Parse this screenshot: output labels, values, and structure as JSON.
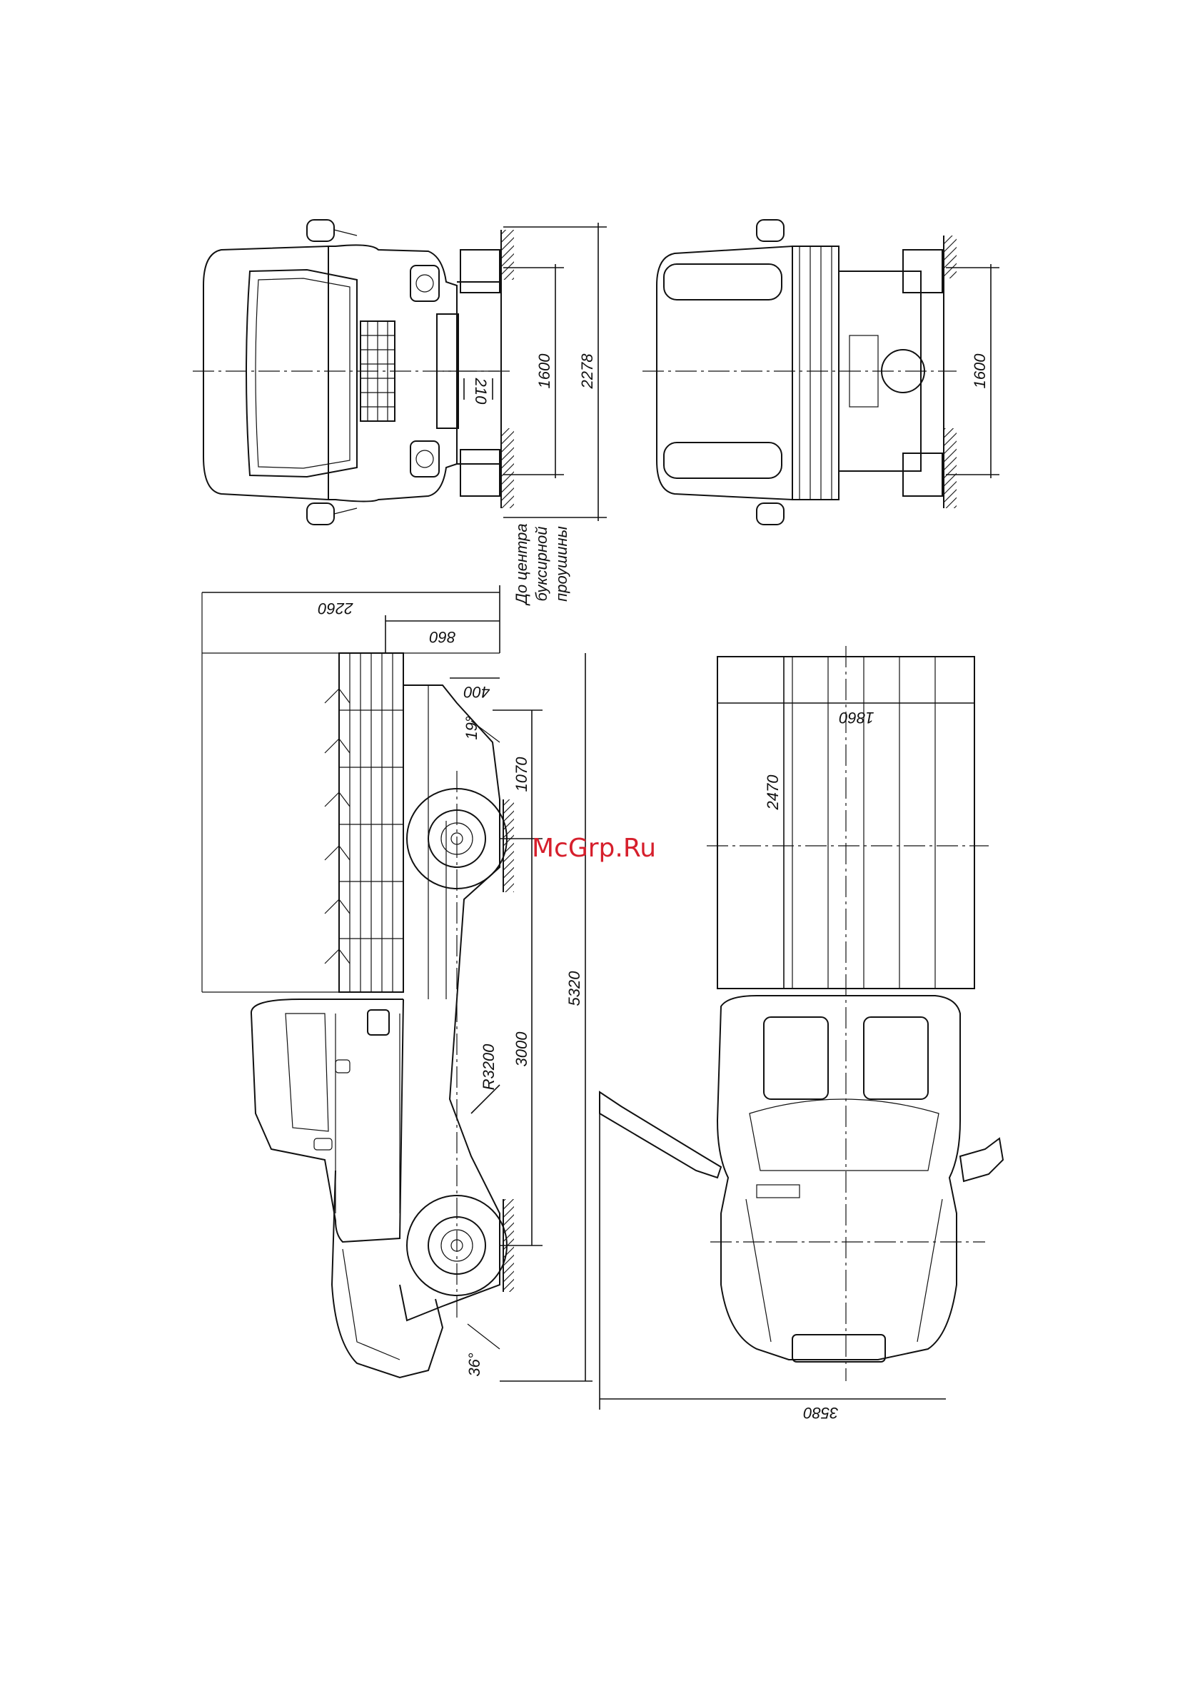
{
  "watermark": "McGrp.Ru",
  "front_view": {
    "dims": {
      "overall_width": "2278",
      "track": "1600",
      "ground_clearance": "210"
    }
  },
  "rear_view": {
    "dims": {
      "track": "1600"
    }
  },
  "side_view": {
    "tow_note": [
      "До центра",
      "буксирной",
      "проушины"
    ],
    "dims": {
      "platform_length": "2260",
      "rear_overhang_tow": "860",
      "rear_offset": "400",
      "rear_overhang": "1070",
      "wheelbase": "3000",
      "overall_length": "5320",
      "turn_radius": "R3200",
      "departure_angle": "19°",
      "approach_angle": "36°"
    }
  },
  "top_view": {
    "dims": {
      "platform_width": "1860",
      "platform_length": "2470",
      "mirror_width": "3580"
    }
  }
}
